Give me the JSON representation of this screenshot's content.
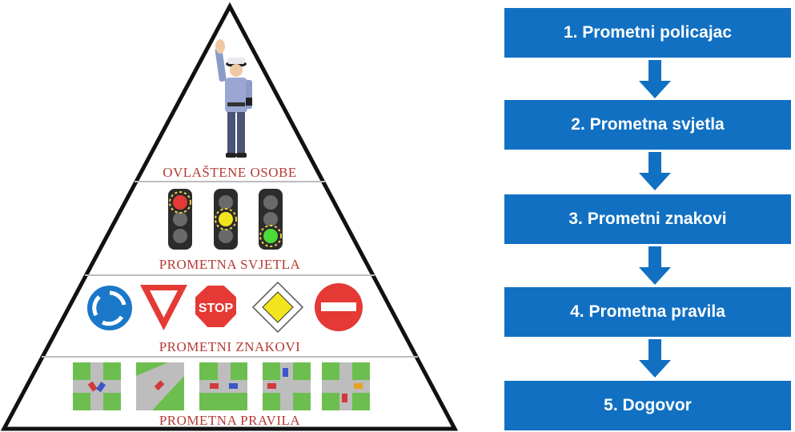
{
  "pyramid": {
    "layers": [
      {
        "label": "OVLAŠTENE OSOBE",
        "icon": "traffic-police-officer"
      },
      {
        "label": "PROMETNA SVJETLA",
        "icon": "traffic-lights"
      },
      {
        "label": "PROMETNI ZNAKOVI",
        "icon": "traffic-signs"
      },
      {
        "label": "PROMETNA PRAVILA",
        "icon": "intersection-diagrams"
      }
    ],
    "stop_text": "STOP"
  },
  "steps": [
    {
      "label": "1.  Prometni policajac"
    },
    {
      "label": "2. Prometna svjetla"
    },
    {
      "label": "3. Prometni znakovi"
    },
    {
      "label": "4. Prometna pravila"
    },
    {
      "label": "5. Dogovor"
    }
  ],
  "colors": {
    "step_fill": "#1170c2",
    "step_text": "#ffffff",
    "label_text": "#b43a34",
    "outline": "#111111"
  }
}
